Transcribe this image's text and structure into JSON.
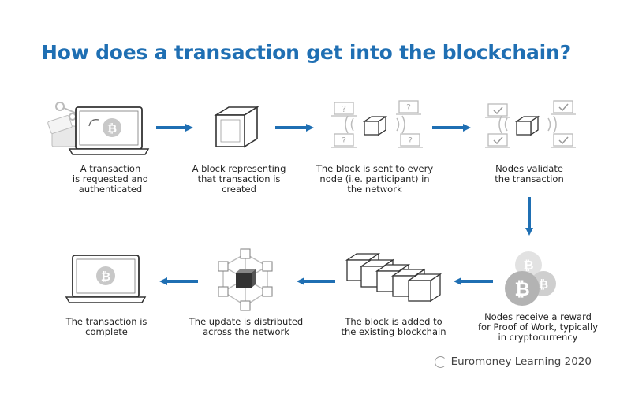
{
  "title": "How does a transaction get into the blockchain?",
  "steps": [
    {
      "caption": "A transaction\nis requested and\nauthenticated"
    },
    {
      "caption": "A block representing\nthat transaction is\ncreated"
    },
    {
      "caption": "The block is sent to every\nnode (i.e. participant) in\nthe network"
    },
    {
      "caption": "Nodes validate\nthe transaction"
    },
    {
      "caption": "Nodes receive a reward\nfor Proof of Work, typically\nin cryptocurrency"
    },
    {
      "caption": "The block is added to\nthe existing blockchain"
    },
    {
      "caption": "The update is distributed\nacross the network"
    },
    {
      "caption": "The transaction is\ncomplete"
    }
  ],
  "credit": "Euromoney Learning 2020",
  "colors": {
    "accent": "#1f6fb3",
    "line": "#333333",
    "gray": "#bdbdbd"
  }
}
